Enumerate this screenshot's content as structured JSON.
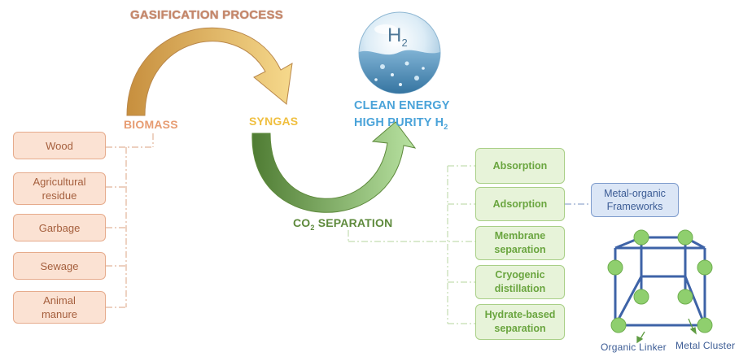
{
  "title": "GASIFICATION PROCESS",
  "stages": {
    "biomass": "BIOMASS",
    "syngas": "SYNGAS",
    "co2_separation": {
      "prefix": "CO",
      "subscript": "2",
      "suffix": " SEPARATION"
    },
    "clean_energy": "CLEAN ENERGY",
    "high_purity": {
      "prefix": "HIGH PURITY H",
      "subscript": "2"
    }
  },
  "hydrogen_sphere": {
    "symbol": "H",
    "subscript": "2"
  },
  "biomass_sources": [
    "Wood",
    "Agricultural\nresidue",
    "Garbage",
    "Sewage",
    "Animal\nmanure"
  ],
  "separation_methods": [
    "Absorption",
    "Adsorption",
    "Membrane\nseparation",
    "Cryogenic\ndistillation",
    "Hydrate-based\nseparation"
  ],
  "mof": {
    "label": "Metal-organic\nFrameworks",
    "linker_label": "Organic Linker",
    "cluster_label": "Metal Cluster"
  },
  "colors": {
    "biomass": "#e79c72",
    "syngas": "#f3c345",
    "co2": "#5e8a3c",
    "clean_energy": "#4aa3d9",
    "gasification_title": "#c6876a",
    "mof_node": "#8fcf6e",
    "mof_edge": "#3e63a7"
  }
}
